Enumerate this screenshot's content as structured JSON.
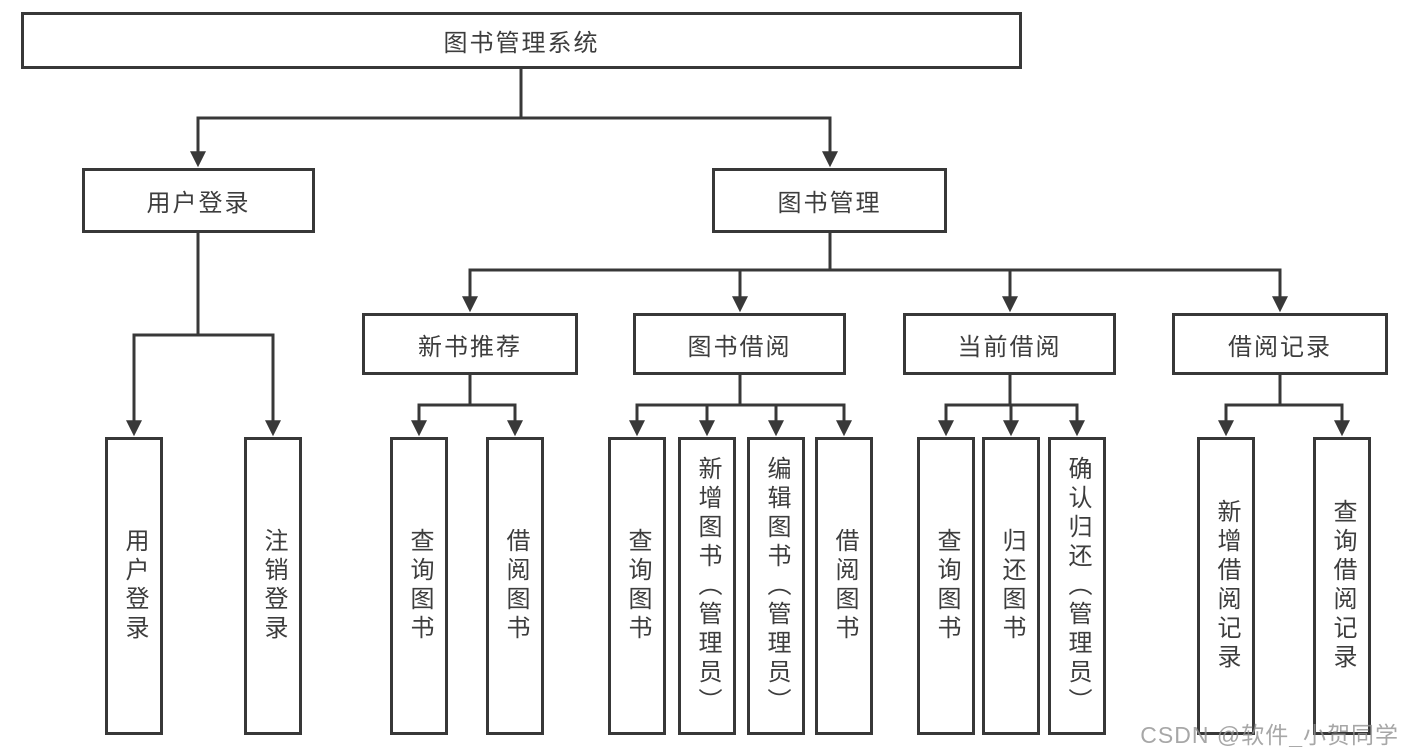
{
  "tree": {
    "label": "图书管理系统",
    "children": [
      {
        "label": "用户登录",
        "children": [
          {
            "label": "用户登录"
          },
          {
            "label": "注销登录"
          }
        ]
      },
      {
        "label": "图书管理",
        "children": [
          {
            "label": "新书推荐",
            "children": [
              {
                "label": "查询图书"
              },
              {
                "label": "借阅图书"
              }
            ]
          },
          {
            "label": "图书借阅",
            "children": [
              {
                "label": "查询图书"
              },
              {
                "label": "新增图书（管理员）"
              },
              {
                "label": "编辑图书（管理员）"
              },
              {
                "label": "借阅图书"
              }
            ]
          },
          {
            "label": "当前借阅",
            "children": [
              {
                "label": "查询图书"
              },
              {
                "label": "归还图书"
              },
              {
                "label": "确认归还（管理员）"
              }
            ]
          },
          {
            "label": "借阅记录",
            "children": [
              {
                "label": "新增借阅记录"
              },
              {
                "label": "查询借阅记录"
              }
            ]
          }
        ]
      }
    ]
  },
  "watermark": {
    "text": "CSDN @软件_小贺同学"
  },
  "colors": {
    "line": "#383838",
    "text": "#3d3d3d",
    "watermark": "#919191"
  }
}
